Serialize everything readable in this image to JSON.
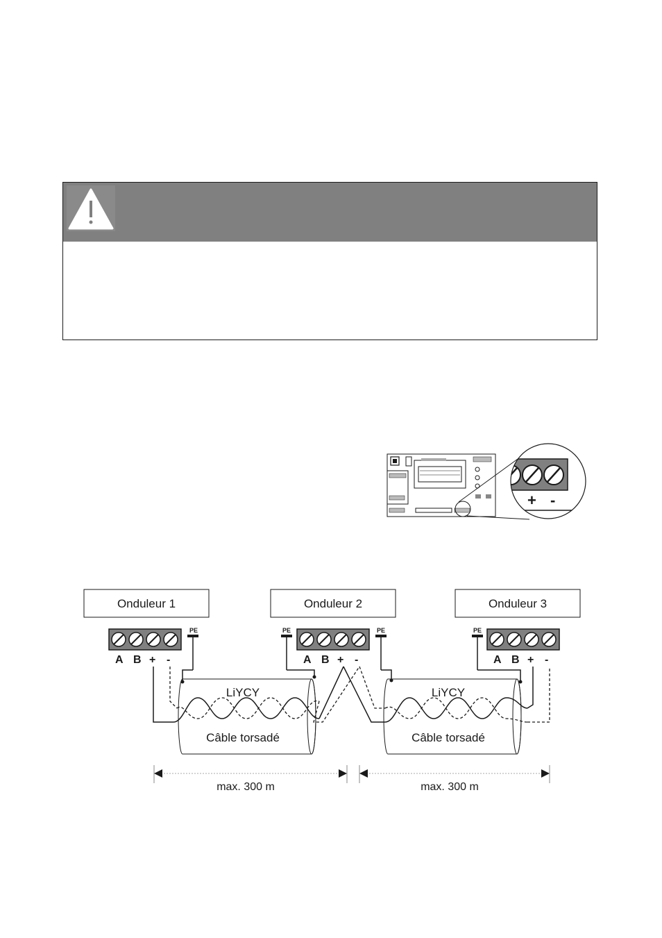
{
  "inverters": [
    {
      "label": "Onduleur 1"
    },
    {
      "label": "Onduleur 2"
    },
    {
      "label": "Onduleur 3"
    }
  ],
  "terminal_letters": [
    "A",
    "B",
    "+",
    "-"
  ],
  "pe_label": "PE",
  "cables": [
    {
      "type": "LiYCY",
      "description": "Câble torsadé",
      "distance": "max. 300 m"
    },
    {
      "type": "LiYCY",
      "description": "Câble torsadé",
      "distance": "max. 300 m"
    }
  ],
  "zoom_terminals": [
    "+",
    "-"
  ],
  "icons": [
    "warning-triangle-icon",
    "screw-terminal-icon"
  ]
}
